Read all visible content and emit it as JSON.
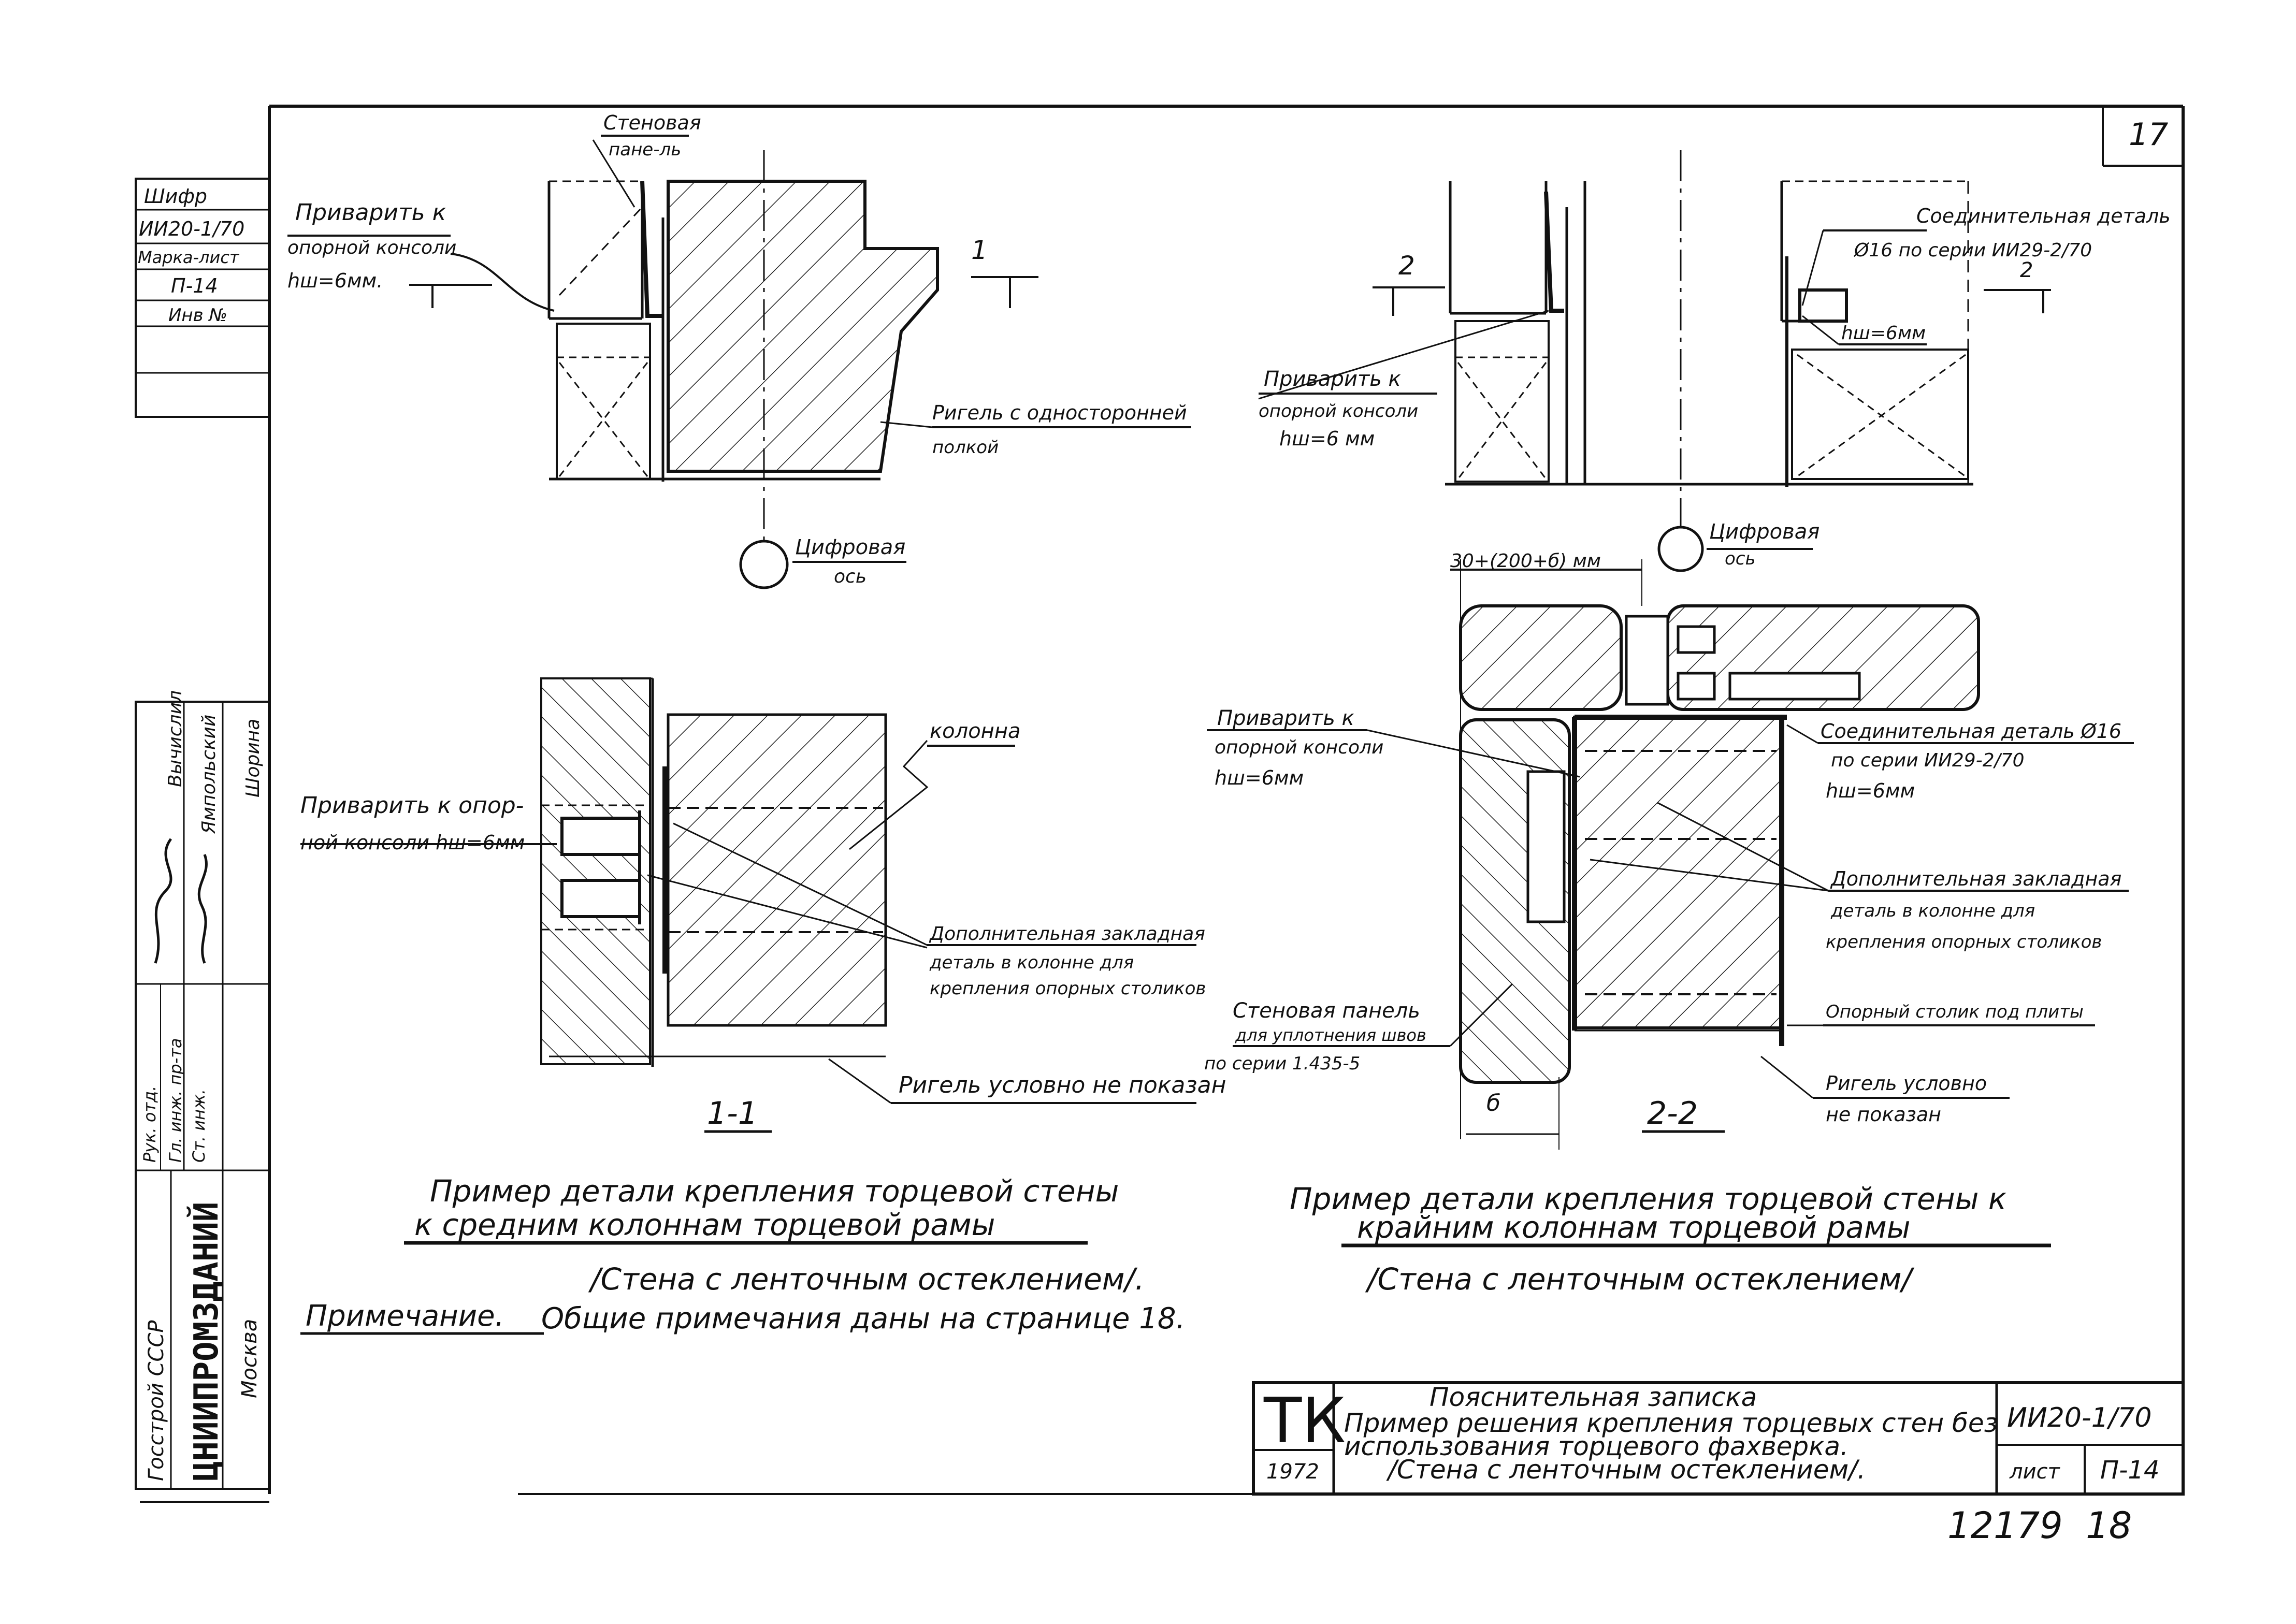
{
  "sheet_number": "17",
  "side_stamp": {
    "code_label": "Шифр",
    "code": "ИИ20-1/70",
    "mark_label": "Марка-лист",
    "mark": "П-14",
    "inv_label": "Инв №"
  },
  "signature_block": {
    "roles": [
      "Вычислил",
      "Рук. отд.",
      "Гл. инж. пр-та",
      "Ст. инж."
    ],
    "names": [
      "Ямпольский",
      "Шорина"
    ],
    "org_top": "Госстрой СССР",
    "org_name": "ЦНИИПРОМЗДАНИЙ",
    "city": "Москва"
  },
  "detail_1": {
    "label_wall_panel": [
      "Стеновая",
      "пане-ль"
    ],
    "label_weld_console": [
      "Приварить к",
      "опорной консоли",
      "hш=6мм."
    ],
    "label_section_mark": "1",
    "label_girder": [
      "Ригель с односторонней",
      "полкой"
    ],
    "label_axis": [
      "Цифровая",
      "ось"
    ],
    "label_column": "колонна",
    "label_weld_plan": [
      "Приварить к опор-",
      "ной консоли hш=6мм"
    ],
    "label_embedded": [
      "Дополнительная закладная",
      "деталь в колонне для",
      "крепления опорных столиков"
    ],
    "label_girder_note": "Ригель условно не показан",
    "section_title": "1-1"
  },
  "detail_2": {
    "label_connector": [
      "Соединительная деталь",
      "Ø16 по серии ИИ29-2/70"
    ],
    "label_section_mark": "2",
    "label_weld_hw": "hш=6мм",
    "label_weld_console": [
      "Приварить к",
      "опорной консоли",
      "hш=6 мм"
    ],
    "label_axis": [
      "Цифровая",
      "ось"
    ],
    "label_dimension": "30+(200+б) мм",
    "label_weld_plan": [
      "Приварить к",
      "опорной консоли",
      "hш=6мм"
    ],
    "label_connector_plan": [
      "Соединительная деталь Ø16",
      "по серии ИИ29-2/70",
      "hш=6мм"
    ],
    "label_embedded": [
      "Дополнительная закладная",
      "деталь в колонне для",
      "крепления опорных столиков"
    ],
    "label_wall_panel": [
      "Стеновая панель",
      "для уплотнения швов",
      "по серии 1.435-5"
    ],
    "label_support_table": "Опорный столик под плиты",
    "label_girder_note": [
      "Ригель условно",
      "не показан"
    ],
    "label_dim_b": "б",
    "section_title": "2-2"
  },
  "captions": {
    "left_title": [
      "Пример детали крепления торцевой стены",
      "к средним колоннам торцевой рамы"
    ],
    "left_subtitle": "/Стена с ленточным остеклением/.",
    "right_title": [
      "Пример детали крепления торцевой стены к",
      "крайним колоннам торцевой рамы"
    ],
    "right_subtitle": "/Стена с ленточным остеклением/",
    "note_label": "Примечание.",
    "note_text": "Общие примечания даны на странице 18."
  },
  "title_block": {
    "logo": "ТК",
    "year": "1972",
    "heading": "Пояснительная записка",
    "description": [
      "Пример решения крепления торцевых стен без",
      "использования торцевого фахверка.",
      "/Стена с ленточным остеклением/."
    ],
    "code": "ИИ20-1/70",
    "sheet_label": "лист",
    "sheet_value": "П-14"
  },
  "archive_number": "12179  18"
}
